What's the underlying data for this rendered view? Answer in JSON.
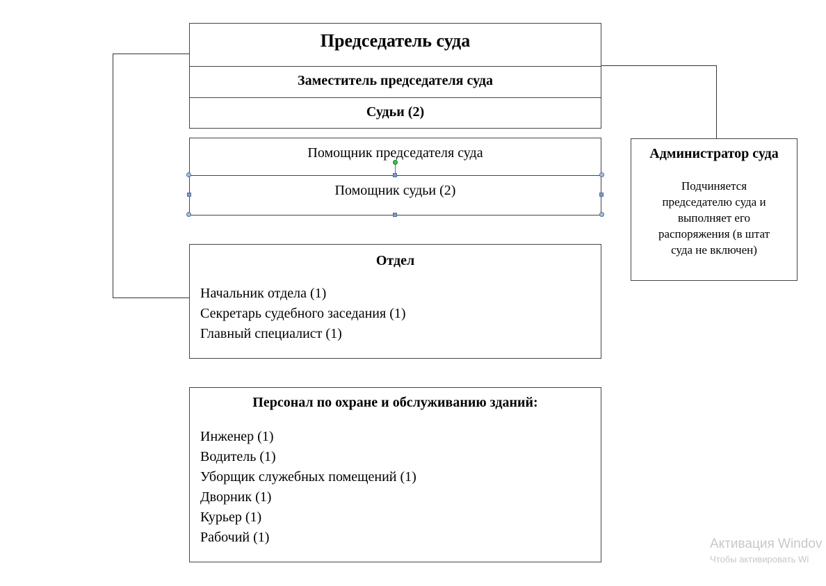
{
  "chairman": {
    "title": "Председатель суда",
    "deputy": "Заместитель председателя суда",
    "judges": "Судьи (2)"
  },
  "assistants": {
    "chairman_assistant": "Помощник председателя суда",
    "judge_assistant": "Помощник судьи (2)"
  },
  "administrator": {
    "title": "Администратор суда",
    "description": "Подчиняется председателю суда и выполняет его распоряжения (в штат суда не включен)"
  },
  "department": {
    "title": "Отдел",
    "items": [
      "Начальник отдела (1)",
      "Секретарь судебного заседания (1)",
      "Главный специалист (1)"
    ]
  },
  "staff": {
    "title": "Персонал по охране и обслуживанию зданий:",
    "items": [
      "Инженер (1)",
      "Водитель (1)",
      "Уборщик служебных помещений (1)",
      "Дворник (1)",
      "Курьер (1)",
      "Рабочий (1)"
    ]
  },
  "watermark": {
    "line1": "Активация Windov",
    "line2": "Чтобы активировать Wi"
  }
}
